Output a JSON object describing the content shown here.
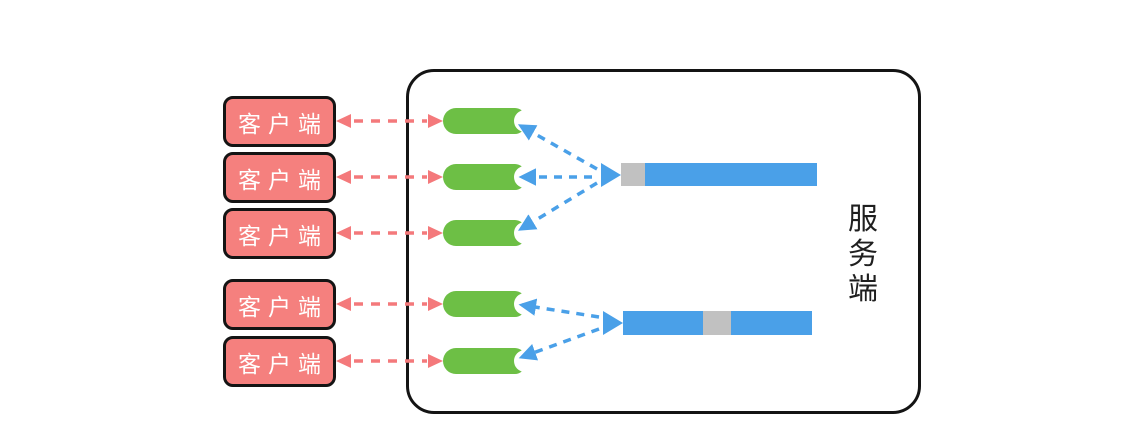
{
  "colors": {
    "client-red": "#f5807e",
    "arrow-red": "#f4797b",
    "thread-green": "#6dbf45",
    "queue-blue": "#4aa0e8",
    "queue-gray": "#c1c1c1",
    "outline-black": "#141414"
  },
  "clients": {
    "items": [
      {
        "label": "客户端"
      },
      {
        "label": "客户端"
      },
      {
        "label": "客户端"
      },
      {
        "label": "客户端"
      },
      {
        "label": "客户端"
      }
    ]
  },
  "server": {
    "label": "服务端",
    "chars": [
      "服",
      "务",
      "端"
    ]
  },
  "threads": {
    "count": 5,
    "description": "green worker pills inside server, groups of 3 and 2"
  },
  "queues": [
    {
      "name": "queue-1",
      "segments": [
        {
          "color": "#c1c1c1",
          "width": 24
        },
        {
          "color": "#4aa0e8",
          "width": 172
        }
      ]
    },
    {
      "name": "queue-2",
      "segments": [
        {
          "color": "#4aa0e8",
          "width": 80
        },
        {
          "color": "#c1c1c1",
          "width": 28
        },
        {
          "color": "#4aa0e8",
          "width": 81
        }
      ]
    }
  ]
}
